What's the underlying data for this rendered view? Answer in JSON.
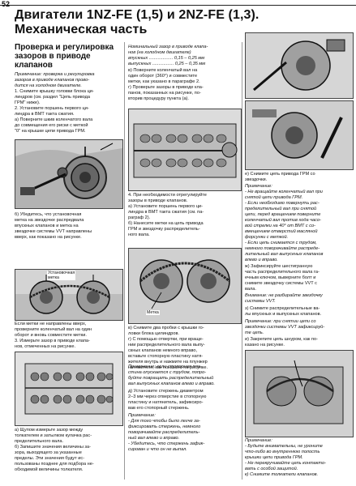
{
  "page": {
    "number": "52",
    "title_line1": "Двигатели 1NZ-FE (1,5) и 2NZ-FE (1,3).",
    "title_line2": "Механическая часть"
  },
  "col1": {
    "heading": "Проверка и регулировка\nзазоров в приводе\nклапанов",
    "p1_note": "Примечание: проверка и регулировка\nзазоров в приводе клапанов прово-\nдится на холодном двигателе.",
    "p1_steps": "1. Снимите крышку головки блока ци-\nлиндров (см. раздел \"Цепь привода\nГРМ\" ниже).\n2. Установите поршень первого ци-\nлиндра в ВМТ такта сжатия.\n  а) Поверните шкив коленчатого вала\nдо совмещения его риски с меткой\n\"0\" на крышке цепи привода ГРМ.",
    "p2": "  б) Убедитесь, что установочная\nметка на звездочке распредвала\nвпускных клапанов и метка на\nзвездочке системы VVT направлены\nвверх, как показано на рисунке.",
    "fig2_label": "Установочная\nметка",
    "p3": "Если метки не направлены вверх,\nпроверните коленчатый вал на один\nоборот и вновь совместите метки.\n3. Измерьте зазор в приводе клапа-\nнов, отмеченных на рисунке.",
    "p4": "  а) Щупом измерьте зазор между\nтолкателем и затылком кулачка рас-\nпределительного вала.\n  б) Запишите значения величины за-\nзора, выходящего за указанные\nпределы. Эти значения будут ис-\nпользованы позднее для подбора не-\nобходимой величины толкателя."
  },
  "col2": {
    "p1": "Номинальный зазор в приводе клапа-\nнов (на холодном двигателе)\n  впускных ................... 0,15 – 0,25 мм\n  выпускных ................. 0,25 – 0,35 мм",
    "p2": "  в) Поверните коленчатый вал на\nодин оборот (360°) и совместите\nметки, как указано в параграфе 2.\n  г) Проверьте зазоры в приводе кла-\nпанов, показанных на рисунке, по-\nвторив процедуру пункта (а).",
    "p3": "4. При необходимости отрегулируйте\nзазоры в приводе клапанов.\n  а) Установите поршень первого ци-\nлиндра в ВМТ такта сжатия (см. па-\nраграф 2).\n  б) Нанесите метки на цепь привода\nГРМ и звездочку распределитель-\nного вала.",
    "fig2_label": "Метка",
    "p4": "  в) Снимите два пробки с крышки го-\nловки блока цилиндров.\n  г) С помощью отвертки, при враще-\nнии распределительного вала выпу-\nскных клапанов немного вправо,\nвставьте стопорную пластину натя-\nжителя внутрь и нажмите на плунжер\nнатяжителя, как показано на рисунке.",
    "note1": "Примечание: если стопорная пла-\nстина опускается с трудом, попро-\nбуйте повращать распределительный\nвал выпускных клапанов влево и вправо.",
    "p5": "  д) Установите стержень диаметром\n2–3 мм через отверстие в стопорную\nпластину и натянитель, зафиксиро-\nвав его стопорный стержень.",
    "note2": "Примечание:\n  - Для того чтобы было легче за-\nфиксировать стержень, немного\nповорачивайте распределитель-\nный вал влево и вправо.\n  - Убедитесь, что стержень зафик-\nсирован и что он не выпал."
  },
  "col3": {
    "p1": "  е) Снимите цепь привода ГРМ со\nзвездочки.",
    "note1": "Примечание:\n  - Не вращайте коленчатый вал при\nснятой цепи привода ГРМ.\n  - Если необходимо повернуть рас-\nпределительный вал при снятой\nцепи, перед вращением поверните\nколенчатый вал против хода часо-\nвой стрелки на 40° от ВМТ с со-\nвмещением отверстий масляной\nфорсунки с меткой.\n  - Если цепь снимается с трудом,\nнемного поворачивайте распреде-\nлительный вал выпускных клапанов\nвлево и вправо.",
    "p2": "  ж) Зафиксируйте шестигранную\nчасть распределительного вала га-\nечным ключом, выверните болт и\nснимите звездочку системы VVT с\nвала.",
    "note2": "Внимание: не разбирайте звездочку\nсистемы VVT.",
    "p3": "  з) Снимите распределительные ва-\nлы впускных и выпускных клапанов.",
    "note3": "Примечание: при снятии цепи со\nзвездочки системы VVT зафиксируй-\nте цепь.",
    "p4": "  и) Закрепите цепь шнуром, как по-\nказано на рисунке.",
    "note4": "Примечание:\n  - Будьте внимательны, не уроните\nчто-либо во внутреннюю полость\nкрышки цепи привода ГРМ.\n  - Не перекручивайте цепь контакто-\nвать с особой защитой.\n  к) Снимите толкатели клапанов."
  }
}
